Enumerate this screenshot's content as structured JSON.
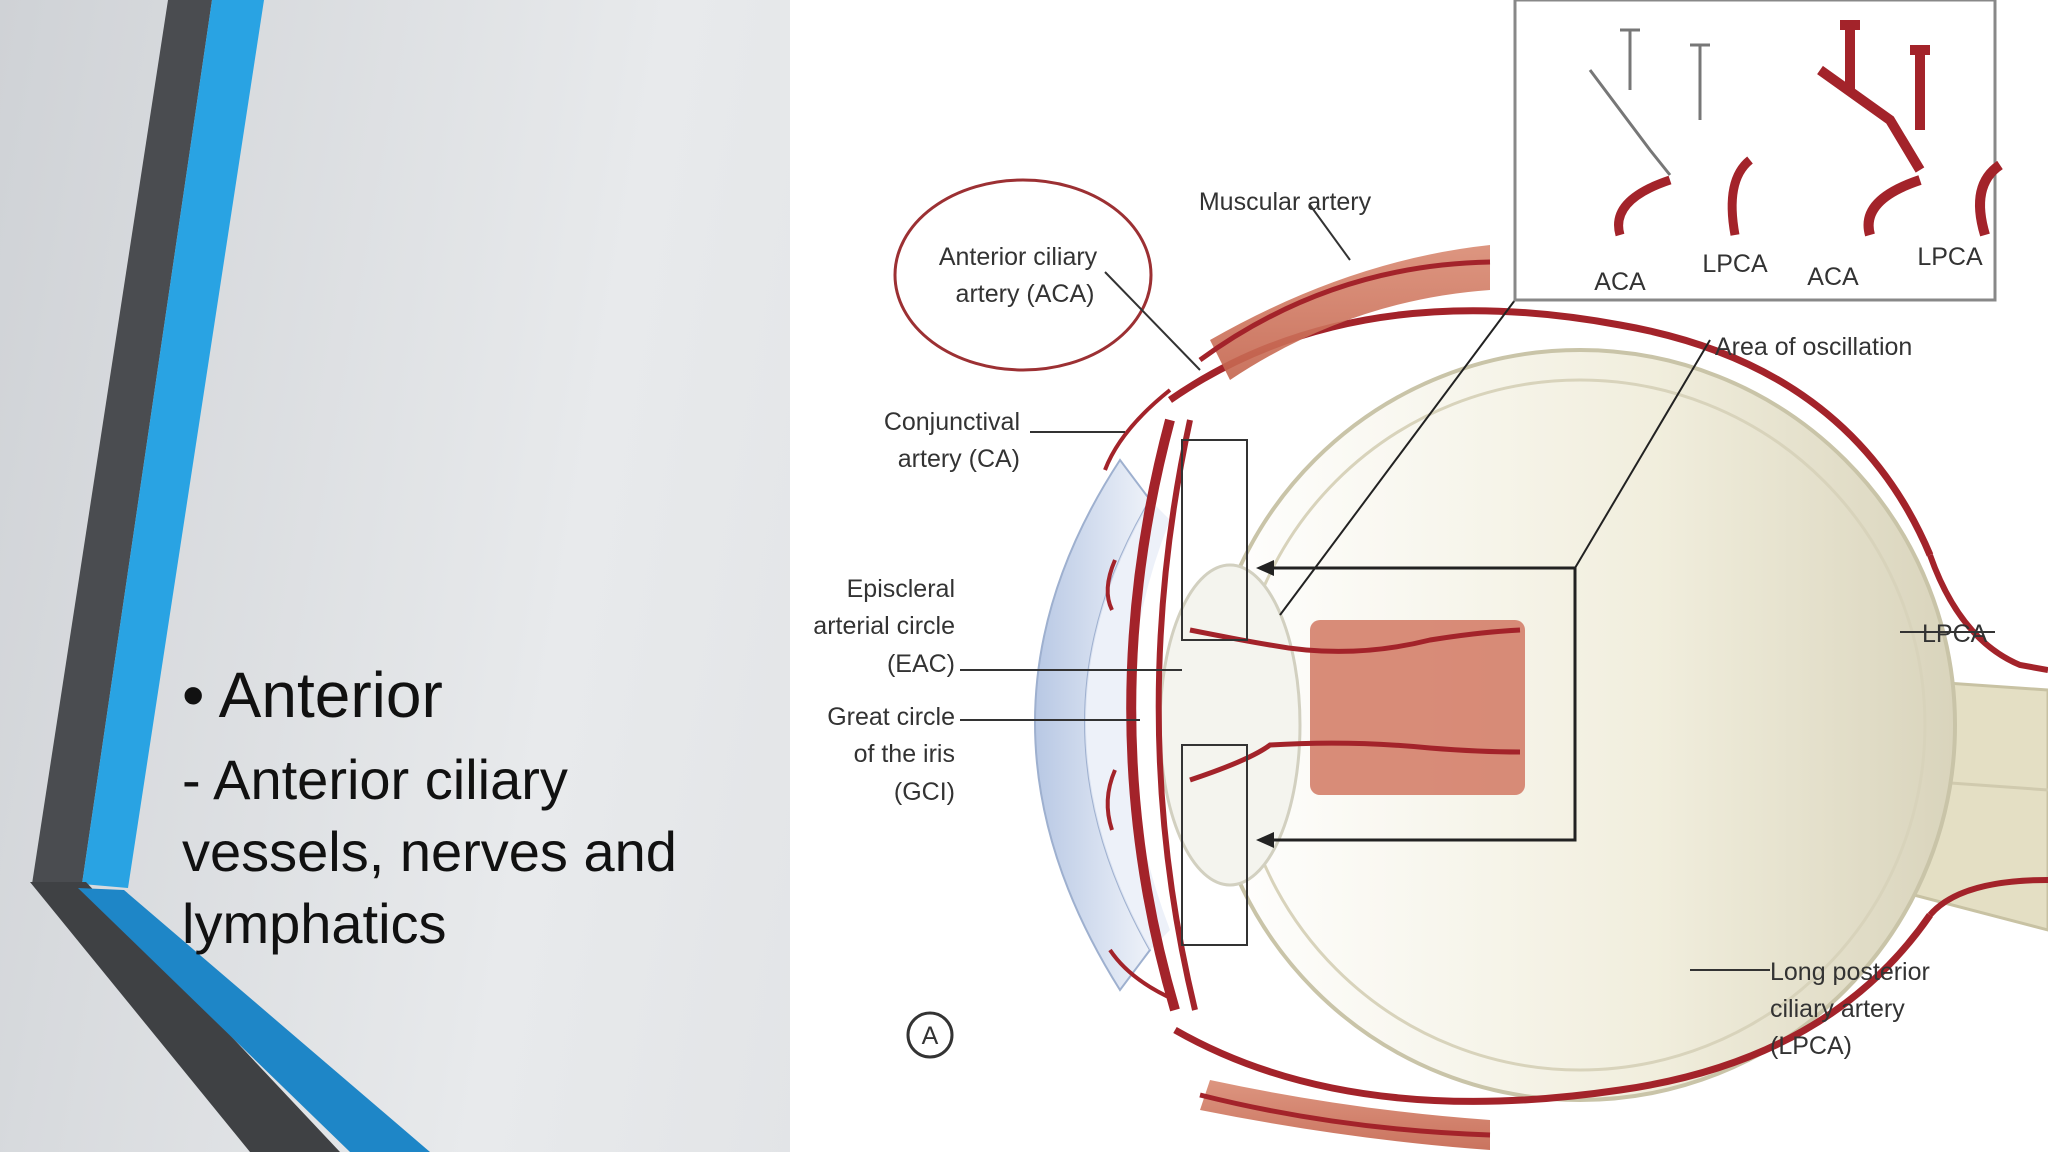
{
  "bullets": {
    "main": "• Anterior",
    "sub": "- Anterior ciliary vessels, nerves and lymphatics"
  },
  "diagram": {
    "labels": {
      "aca_line1": "Anterior ciliary",
      "aca_line2": "artery (ACA)",
      "muscular": "Muscular artery",
      "ca_line1": "Conjunctival",
      "ca_line2": "artery (CA)",
      "eac_line1": "Episcleral",
      "eac_line2": "arterial circle",
      "eac_line3": "(EAC)",
      "gci_line1": "Great circle",
      "gci_line2": "of the iris",
      "gci_line3": "(GCI)",
      "oscillation": "Area of oscillation",
      "lpca_right": "LPCA",
      "lpca_long1": "Long posterior",
      "lpca_long2": "ciliary artery",
      "lpca_long3": "(LPCA)",
      "panel_marker": "A",
      "inset_aca_left": "ACA",
      "inset_lpca_left": "LPCA",
      "inset_aca_right": "ACA",
      "inset_lpca_right": "LPCA"
    }
  },
  "colors": {
    "artery": "#a3232a",
    "muscle": "#c86a55",
    "sclera": "#ece8d6",
    "cornea": "#c8d6ea",
    "accent_blue": "#29a3e3",
    "accent_dark": "#4a4c50",
    "highlight_circle": "#9c3033"
  }
}
